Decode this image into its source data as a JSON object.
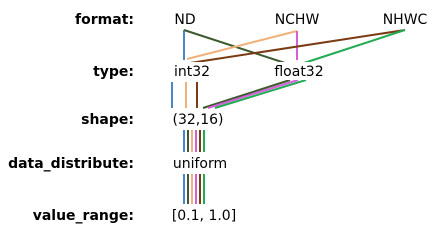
{
  "rows": {
    "format": {
      "label": "format:",
      "values": {
        "nd": "ND",
        "nchw": "NCHW",
        "nhwc": "NHWC"
      }
    },
    "type": {
      "label": "type:",
      "values": {
        "int32": "int32",
        "float32": "float32"
      }
    },
    "shape": {
      "label": "shape:",
      "values": {
        "s3216": "(32,16)"
      }
    },
    "data_distribute": {
      "label": "data_distribute:",
      "values": {
        "uniform": "uniform"
      }
    },
    "value_range": {
      "label": "value_range:",
      "values": {
        "r": "[0.1, 1.0]"
      }
    }
  },
  "combinations": [
    {
      "color": "#4a86c8",
      "path": [
        "ND",
        "int32",
        "(32,16)",
        "uniform",
        "[0.1, 1.0]"
      ]
    },
    {
      "color": "#3d5a2e",
      "path": [
        "ND",
        "float32",
        "(32,16)",
        "uniform",
        "[0.1, 1.0]"
      ]
    },
    {
      "color": "#f0b27a",
      "path": [
        "NCHW",
        "int32",
        "(32,16)",
        "uniform",
        "[0.1, 1.0]"
      ]
    },
    {
      "color": "#d35fd9",
      "path": [
        "NCHW",
        "float32",
        "(32,16)",
        "uniform",
        "[0.1, 1.0]"
      ]
    },
    {
      "color": "#7a3b12",
      "path": [
        "NHWC",
        "int32",
        "(32,16)",
        "uniform",
        "[0.1, 1.0]"
      ]
    },
    {
      "color": "#22aa55",
      "path": [
        "NHWC",
        "float32",
        "(32,16)",
        "uniform",
        "[0.1, 1.0]"
      ]
    }
  ]
}
